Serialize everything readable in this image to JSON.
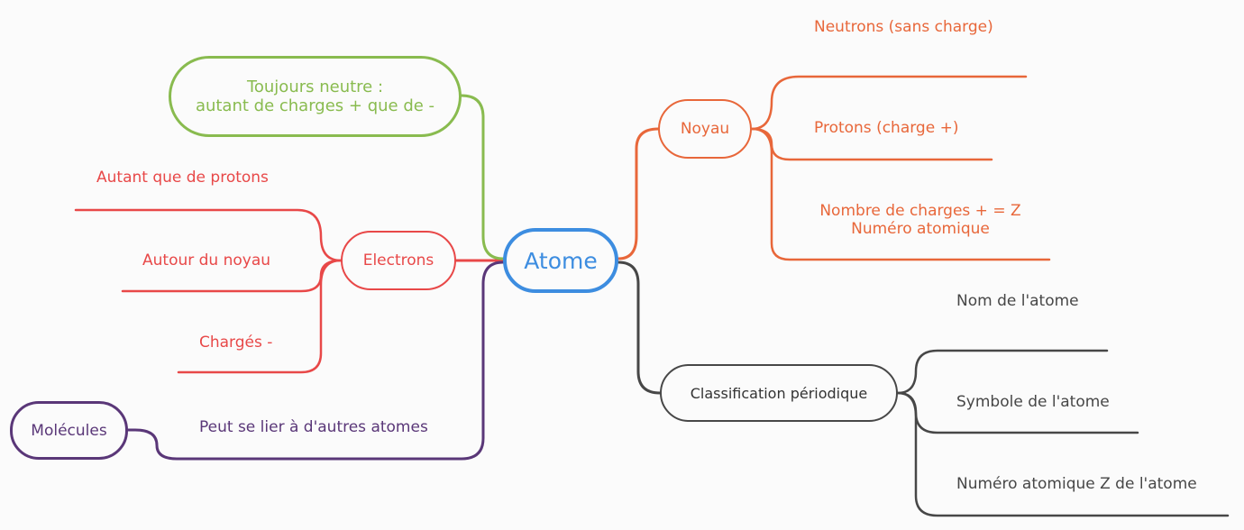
{
  "colors": {
    "center": "#3d8de0",
    "orange": "#e8673a",
    "red": "#e84848",
    "green": "#89bb4f",
    "dark": "#474747",
    "purple": "#5a3778",
    "background": "#fbfbfb"
  },
  "center": {
    "label": "Atome"
  },
  "noyau": {
    "label": "Noyau",
    "children": [
      "Neutrons (sans charge)",
      "Protons (charge +)",
      "Nombre de charges + = Z",
      "Numéro atomique"
    ]
  },
  "classification": {
    "label": "Classification périodique",
    "children": [
      "Nom de l'atome",
      "Symbole de l'atome",
      "Numéro atomique Z de l'atome"
    ]
  },
  "electrons": {
    "label": "Electrons",
    "children": [
      "Autant que de protons",
      "Autour du noyau",
      "Chargés -"
    ]
  },
  "neutre": {
    "line1": "Toujours neutre :",
    "line2": "autant de charges + que de -"
  },
  "liaison": {
    "label": "Peut se lier à d'autres atomes",
    "target": "Molécules"
  }
}
